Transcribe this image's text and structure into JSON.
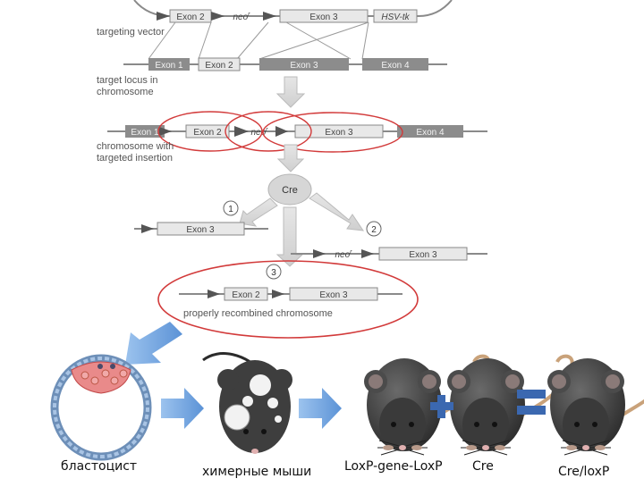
{
  "diagram": {
    "labels": {
      "targeting_vector": "targeting vector",
      "target_locus": "target locus in chromosome",
      "chromosome_insertion": "chromosome with targeted insertion",
      "properly_recombined": "properly recombined chromosome"
    },
    "exons": {
      "exon1": "Exon 1",
      "exon2": "Exon 2",
      "exon3": "Exon 3",
      "exon4": "Exon 4",
      "neo": "neo",
      "neo_sup": "r",
      "hsvtk": "HSV-tk"
    },
    "cre": "Cre",
    "steps": [
      "1",
      "2",
      "3"
    ]
  },
  "captions": {
    "blastocyst": "бластоцист",
    "chimeric": "химерные мыши",
    "loxp": "LoxP-gene-LoxP",
    "cre": "Cre",
    "cre_loxp": "Cre/loxP"
  },
  "colors": {
    "exon_light": "#e8e8e8",
    "exon_dark": "#8c8c8c",
    "recomb_circle": "#d23a3a",
    "arrow_blue": "#6fa4dc",
    "mouse_dark": "#3e3e3e"
  }
}
